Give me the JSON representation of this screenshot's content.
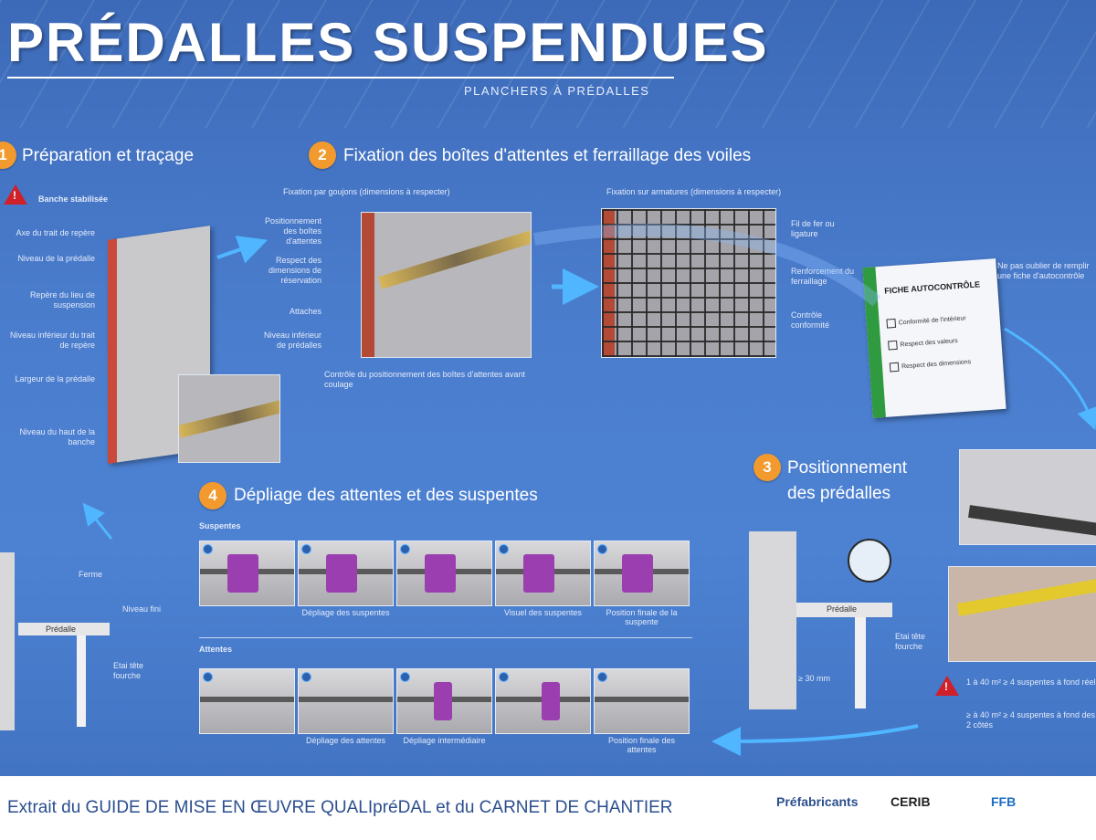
{
  "header": {
    "title": "PRÉDALLES SUSPENDUES",
    "subtitle": "PLANCHERS À PRÉDALLES"
  },
  "sections": {
    "s1": {
      "num": "1",
      "title": "Préparation et traçage",
      "warning": "Banche stabilisée"
    },
    "s2": {
      "num": "2",
      "title": "Fixation des boîtes d'attentes et ferraillage des voiles",
      "caption_left": "Fixation par goujons (dimensions à respecter)",
      "caption_right": "Fixation sur armatures (dimensions à respecter)",
      "left_labels": [
        "Positionnement des boîtes d'attentes",
        "Respect des dimensions de réservation",
        "Attaches",
        "Niveau inférieur de prédalles"
      ],
      "right_labels": [
        "Fil de fer ou ligature",
        "Renforcement du ferraillage",
        "Contrôle conformité"
      ],
      "note": "Contrôle du positionnement des boîtes d'attentes avant coulage"
    },
    "s3": {
      "num": "3",
      "title_line1": "Positionnement",
      "title_line2": "des prédalles",
      "label_predalle": "Prédalle",
      "label_etai": "Etai tête fourche",
      "dimension": "≥ 30 mm"
    },
    "s4": {
      "num": "4",
      "title": "Dépliage des attentes et des suspentes",
      "row1_title": "Suspentes",
      "row2_title": "Attentes",
      "row1_labels": [
        "",
        "Dépliage des suspentes",
        "",
        "Visuel des suspentes",
        "Position finale de la suspente"
      ],
      "row2_labels": [
        "",
        "Dépliage des attentes",
        "",
        "Dépliage intermédiaire",
        "Position finale des attentes"
      ]
    }
  },
  "left_labels": [
    "Axe du trait de repère",
    "Niveau de la prédalle",
    "Repère du lieu de suspension",
    "Niveau inférieur du trait de repère",
    "Largeur de la prédalle",
    "Niveau du haut de la banche"
  ],
  "left_bottom_labels": {
    "ferme": "Ferme",
    "prop": "Prédalle",
    "level": "Niveau fini",
    "etai": "Etai tête fourche"
  },
  "card": {
    "title": "FICHE AUTOCONTRÔLE",
    "items": [
      "Conformité de l'intérieur",
      "Respect des valeurs",
      "Respect des dimensions"
    ],
    "accent": "#2f9a3f"
  },
  "right_note": "Ne pas oublier de remplir une fiche d'autocontrôle",
  "right_warnings": [
    "1 à 40 m² ≥ 4 suspentes à fond réel",
    "≥ à 40 m² ≥ 4 suspentes à fond des 2 côtés"
  ],
  "footer": {
    "text": "Extrait du GUIDE DE MISE EN ŒUVRE QUALIpréDAL et du CARNET DE CHANTIER",
    "logos": [
      "Préfabricants",
      "CERIB",
      "FFB"
    ]
  },
  "colors": {
    "background": "#4a7ccc",
    "badge": "#f39a2e",
    "warning": "#d0202a",
    "footer_text": "#2b4e8f"
  }
}
